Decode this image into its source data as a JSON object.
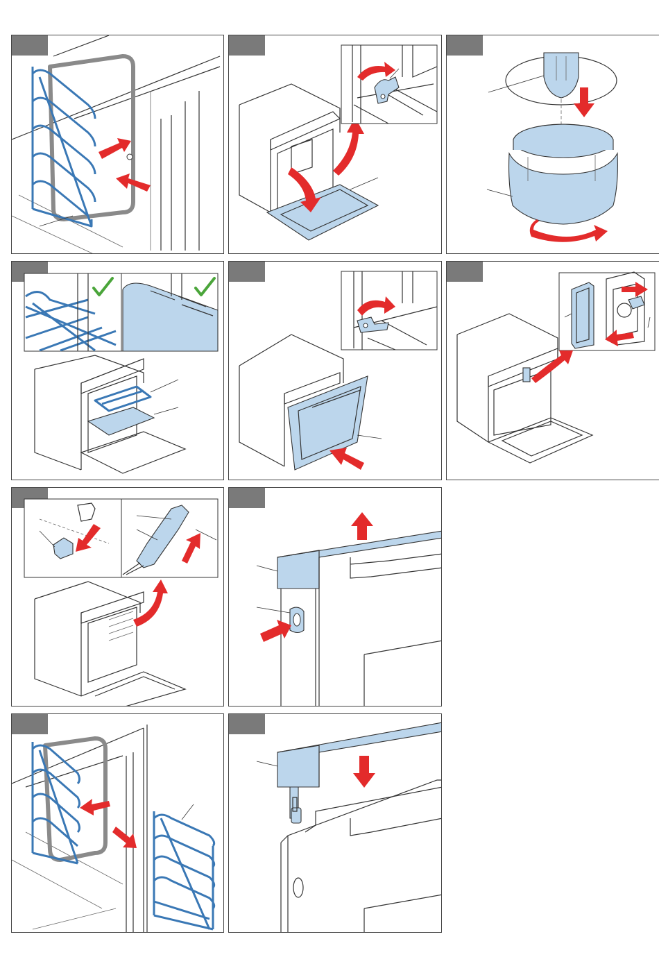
{
  "document": {
    "type": "oven instruction illustration sheet",
    "panel_count": 10,
    "colors": {
      "step_tab": "#7a7a7a",
      "highlight_blue": "#bcd6ec",
      "rack_blue": "#3a78b5",
      "arrow_red": "#e32b2b",
      "check_green": "#4aa53a",
      "outline": "#333333"
    }
  },
  "panels": [
    {
      "id": "rack-hook-in",
      "icons": [
        "rail-rack-icon",
        "push-arrow-icon"
      ]
    },
    {
      "id": "door-lock-lever",
      "icons": [
        "oven-open-door-icon",
        "hinge-lever-icon",
        "rotate-arrow-icon"
      ]
    },
    {
      "id": "lamp-cover-turn",
      "icons": [
        "lamp-bulb-icon",
        "glass-cover-icon",
        "rotate-arrow-icon"
      ]
    },
    {
      "id": "rack-tray-position",
      "icons": [
        "wire-rack-icon",
        "baking-tray-icon",
        "check-icon"
      ]
    },
    {
      "id": "door-close-hinge",
      "icons": [
        "oven-door-icon",
        "hinge-lever-icon"
      ]
    },
    {
      "id": "side-lamp-cover",
      "icons": [
        "lamp-cover-icon",
        "pull-arrow-icon"
      ]
    },
    {
      "id": "cap-and-tool",
      "icons": [
        "cap-icon",
        "nozzle-tool-icon"
      ]
    },
    {
      "id": "door-cover-remove",
      "icons": [
        "door-trim-icon",
        "up-arrow-icon",
        "press-button-icon"
      ]
    },
    {
      "id": "rack-unhook",
      "icons": [
        "rail-rack-icon",
        "pull-arrow-icon"
      ]
    },
    {
      "id": "door-cover-fit",
      "icons": [
        "door-trim-icon",
        "down-arrow-icon"
      ]
    }
  ]
}
